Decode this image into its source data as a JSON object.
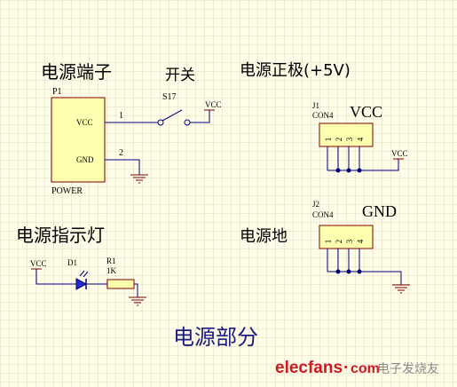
{
  "headings": {
    "power_terminal": "电源端子",
    "switch": "开关",
    "positive": "电源正极(+5V)",
    "indicator": "电源指示灯",
    "ground_section": "电源地",
    "section_title": "电源部分"
  },
  "p1": {
    "ref": "P1",
    "pin1_name": "VCC",
    "pin2_name": "GND",
    "footer": "POWER",
    "pin1_num": "1",
    "pin2_num": "2"
  },
  "switch": {
    "ref": "S17",
    "net": "VCC"
  },
  "j1": {
    "ref": "J1",
    "value": "CON4",
    "big_label": "VCC",
    "pins": [
      "1",
      "2",
      "3",
      "4"
    ],
    "net": "VCC"
  },
  "j2": {
    "ref": "J2",
    "value": "CON4",
    "big_label": "GND",
    "pins": [
      "1",
      "2",
      "3",
      "4"
    ]
  },
  "led": {
    "net": "VCC",
    "ref": "D1",
    "res_ref": "R1",
    "res_value": "1K"
  },
  "watermark": {
    "brand": "elecfans",
    "dot": "·",
    "com": "com",
    "cn": "电子发烧友"
  },
  "colors": {
    "background": "#fffde8",
    "grid": "#ddd9c0",
    "wire": "#00007f",
    "component": "#7f0000",
    "body_fill": "#ffffb0",
    "net_label": "#7f0000",
    "ground": "#7f0000",
    "watermark_red": "#d01820",
    "watermark_gray": "#8a8a8a"
  }
}
